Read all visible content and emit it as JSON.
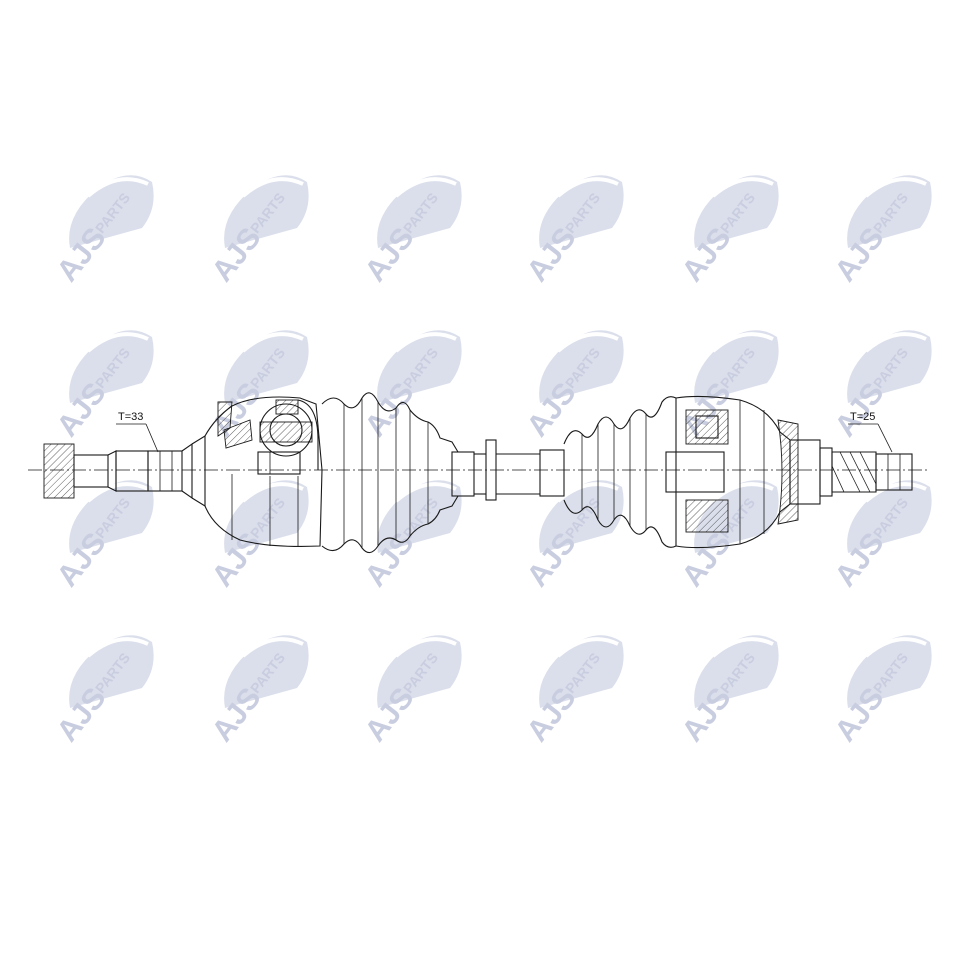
{
  "watermark": {
    "brand": "AJS",
    "suffix": "PARTS",
    "color": "#c9cde0"
  },
  "labels": {
    "spline_left": "T=33",
    "spline_right": "T=25"
  },
  "colors": {
    "line": "#1a1a1a",
    "background": "#ffffff"
  }
}
